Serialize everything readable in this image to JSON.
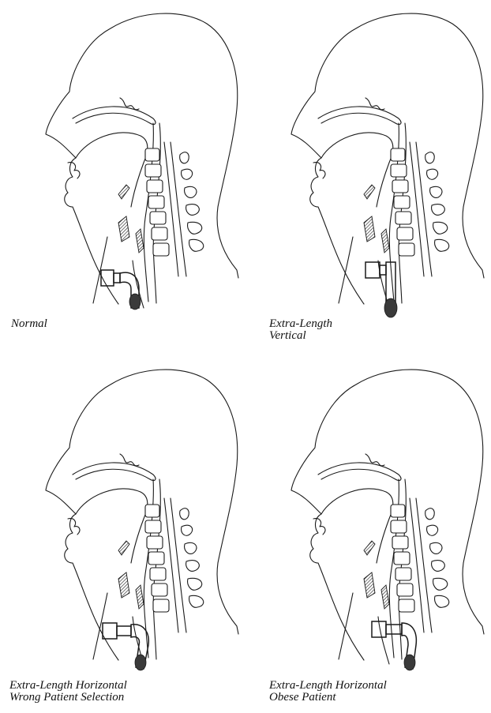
{
  "panels": [
    {
      "id": "normal",
      "caption_lines": [
        "Normal"
      ]
    },
    {
      "id": "extra-length-vertical",
      "caption_lines": [
        "Extra-Length",
        "Vertical"
      ]
    },
    {
      "id": "extra-length-horizontal-wrong",
      "caption_lines": [
        "Extra-Length Horizontal",
        "Wrong Patient Selection"
      ]
    },
    {
      "id": "extra-length-horizontal-obese",
      "caption_lines": [
        "Extra-Length Horizontal",
        "Obese Patient"
      ]
    }
  ]
}
